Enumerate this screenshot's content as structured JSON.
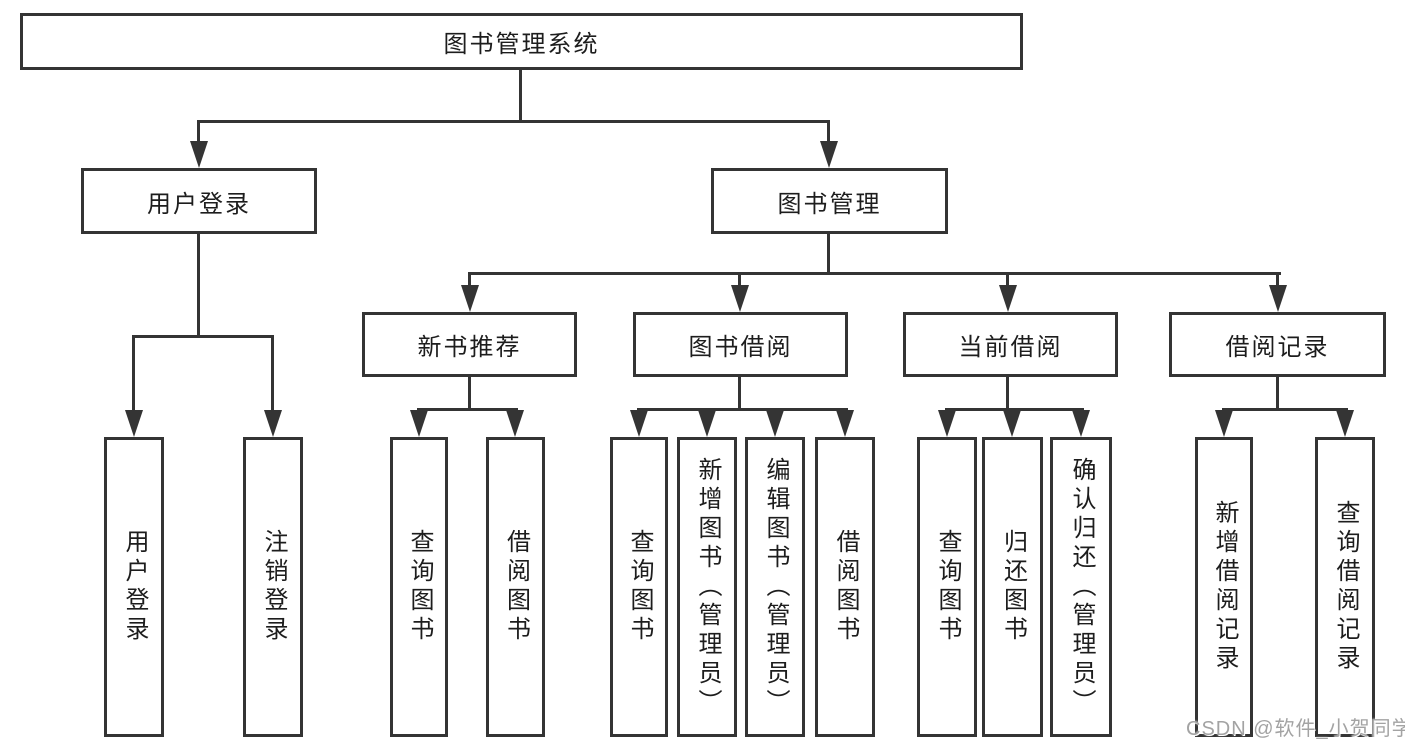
{
  "colors": {
    "line": "#343434",
    "text": "#1d1d1d",
    "background": "#ffffff",
    "watermark": "#a3a3a3"
  },
  "watermark": "CSDN @软件_小贺同学",
  "tree": {
    "label": "图书管理系统",
    "children": [
      {
        "label": "用户登录",
        "children": [
          {
            "label": "用户登录"
          },
          {
            "label": "注销登录"
          }
        ]
      },
      {
        "label": "图书管理",
        "children": [
          {
            "label": "新书推荐",
            "children": [
              {
                "label": "查询图书"
              },
              {
                "label": "借阅图书"
              }
            ]
          },
          {
            "label": "图书借阅",
            "children": [
              {
                "label": "查询图书"
              },
              {
                "label": "新增图书（管理员）"
              },
              {
                "label": "编辑图书（管理员）"
              },
              {
                "label": "借阅图书"
              }
            ]
          },
          {
            "label": "当前借阅",
            "children": [
              {
                "label": "查询图书"
              },
              {
                "label": "归还图书"
              },
              {
                "label": "确认归还（管理员）"
              }
            ]
          },
          {
            "label": "借阅记录",
            "children": [
              {
                "label": "新增借阅记录"
              },
              {
                "label": "查询借阅记录"
              }
            ]
          }
        ]
      }
    ]
  }
}
